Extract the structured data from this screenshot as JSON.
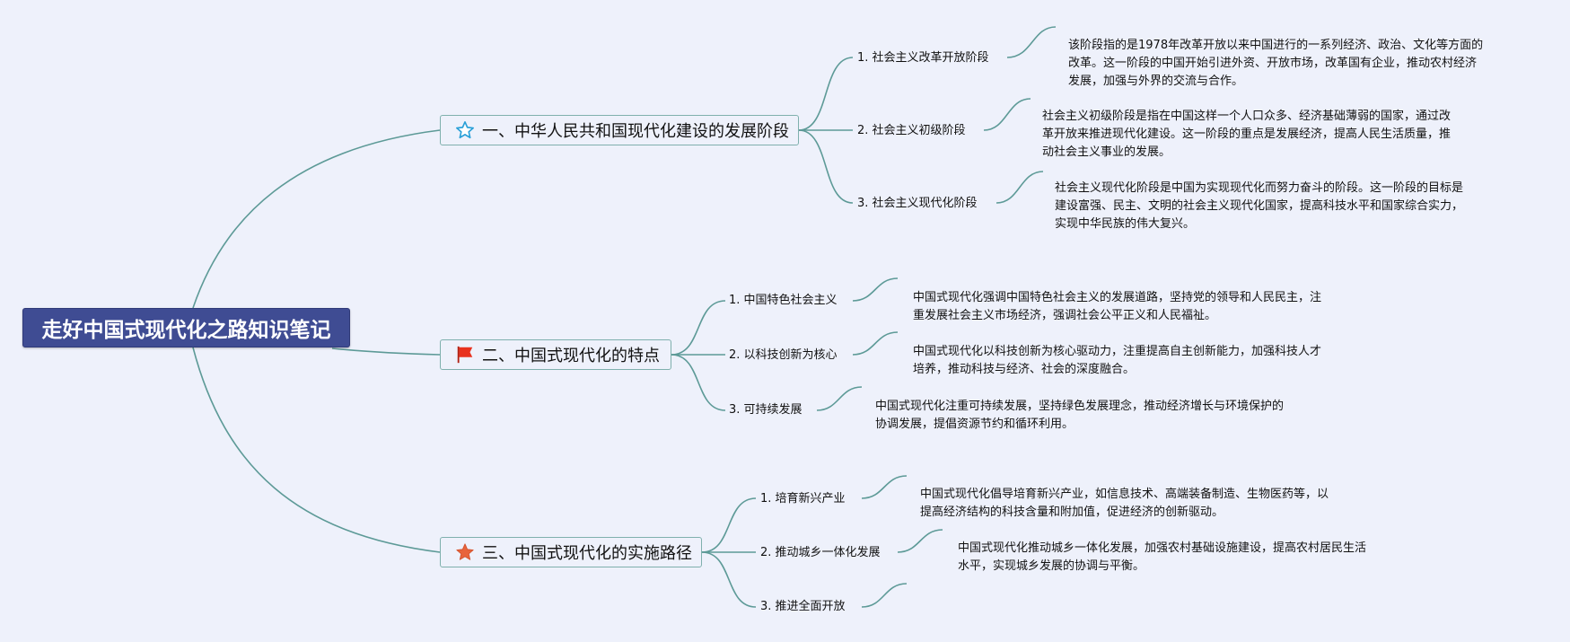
{
  "root": {
    "title": "走好中国式现代化之路知识笔记"
  },
  "topics": [
    {
      "label": "一、中华人民共和国现代化建设的发展阶段",
      "icon": "star-outline-icon",
      "subs": [
        {
          "label": "1. 社会主义改革开放阶段",
          "desc": [
            "该阶段指的是1978年改革开放以来中国进行的一系列经济、政治、文化等方面的",
            "改革。这一阶段的中国开始引进外资、开放市场，改革国有企业，推动农村经济",
            "发展，加强与外界的交流与合作。"
          ]
        },
        {
          "label": "2. 社会主义初级阶段",
          "desc": [
            "社会主义初级阶段是指在中国这样一个人口众多、经济基础薄弱的国家，通过改",
            "革开放来推进现代化建设。这一阶段的重点是发展经济，提高人民生活质量，推",
            "动社会主义事业的发展。"
          ]
        },
        {
          "label": "3. 社会主义现代化阶段",
          "desc": [
            "社会主义现代化阶段是中国为实现现代化而努力奋斗的阶段。这一阶段的目标是",
            "建设富强、民主、文明的社会主义现代化国家，提高科技水平和国家综合实力，",
            "实现中华民族的伟大复兴。"
          ]
        }
      ]
    },
    {
      "label": "二、中国式现代化的特点",
      "icon": "red-flag-icon",
      "subs": [
        {
          "label": "1. 中国特色社会主义",
          "desc": [
            "中国式现代化强调中国特色社会主义的发展道路，坚持党的领导和人民民主，注",
            "重发展社会主义市场经济，强调社会公平正义和人民福祉。"
          ]
        },
        {
          "label": "2. 以科技创新为核心",
          "desc": [
            "中国式现代化以科技创新为核心驱动力，注重提高自主创新能力，加强科技人才",
            "培养，推动科技与经济、社会的深度融合。"
          ]
        },
        {
          "label": "3. 可持续发展",
          "desc": [
            "中国式现代化注重可持续发展，坚持绿色发展理念，推动经济增长与环境保护的",
            "协调发展，提倡资源节约和循环利用。"
          ]
        }
      ]
    },
    {
      "label": "三、中国式现代化的实施路径",
      "icon": "orange-star-icon",
      "subs": [
        {
          "label": "1. 培育新兴产业",
          "desc": [
            "中国式现代化倡导培育新兴产业，如信息技术、高端装备制造、生物医药等，以",
            "提高经济结构的科技含量和附加值，促进经济的创新驱动。"
          ]
        },
        {
          "label": "2. 推动城乡一体化发展",
          "desc": [
            "中国式现代化推动城乡一体化发展，加强农村基础设施建设，提高农村居民生活",
            "水平，实现城乡发展的协调与平衡。"
          ]
        },
        {
          "label": "3. 推进全面开放",
          "desc": []
        }
      ]
    }
  ],
  "colors": {
    "background": "#eef1fb",
    "root_fill": "#3f4c93",
    "connector": "#5d9a97",
    "topic_border": "#7fb0ad",
    "star_outline": "#2aa0d8",
    "flag_red": "#e8321e",
    "star_orange": "#e8643c"
  }
}
